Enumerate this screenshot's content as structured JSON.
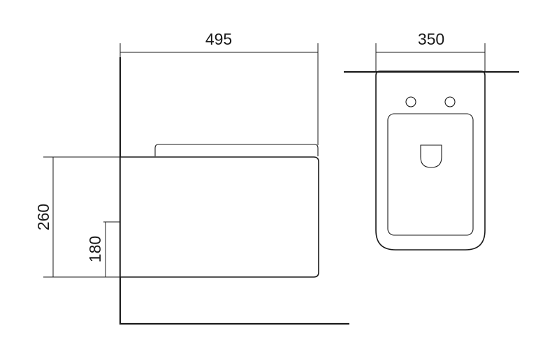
{
  "dimensions": {
    "side_width": "495",
    "side_height_total": "260",
    "side_height_mount": "180",
    "front_width": "350"
  }
}
